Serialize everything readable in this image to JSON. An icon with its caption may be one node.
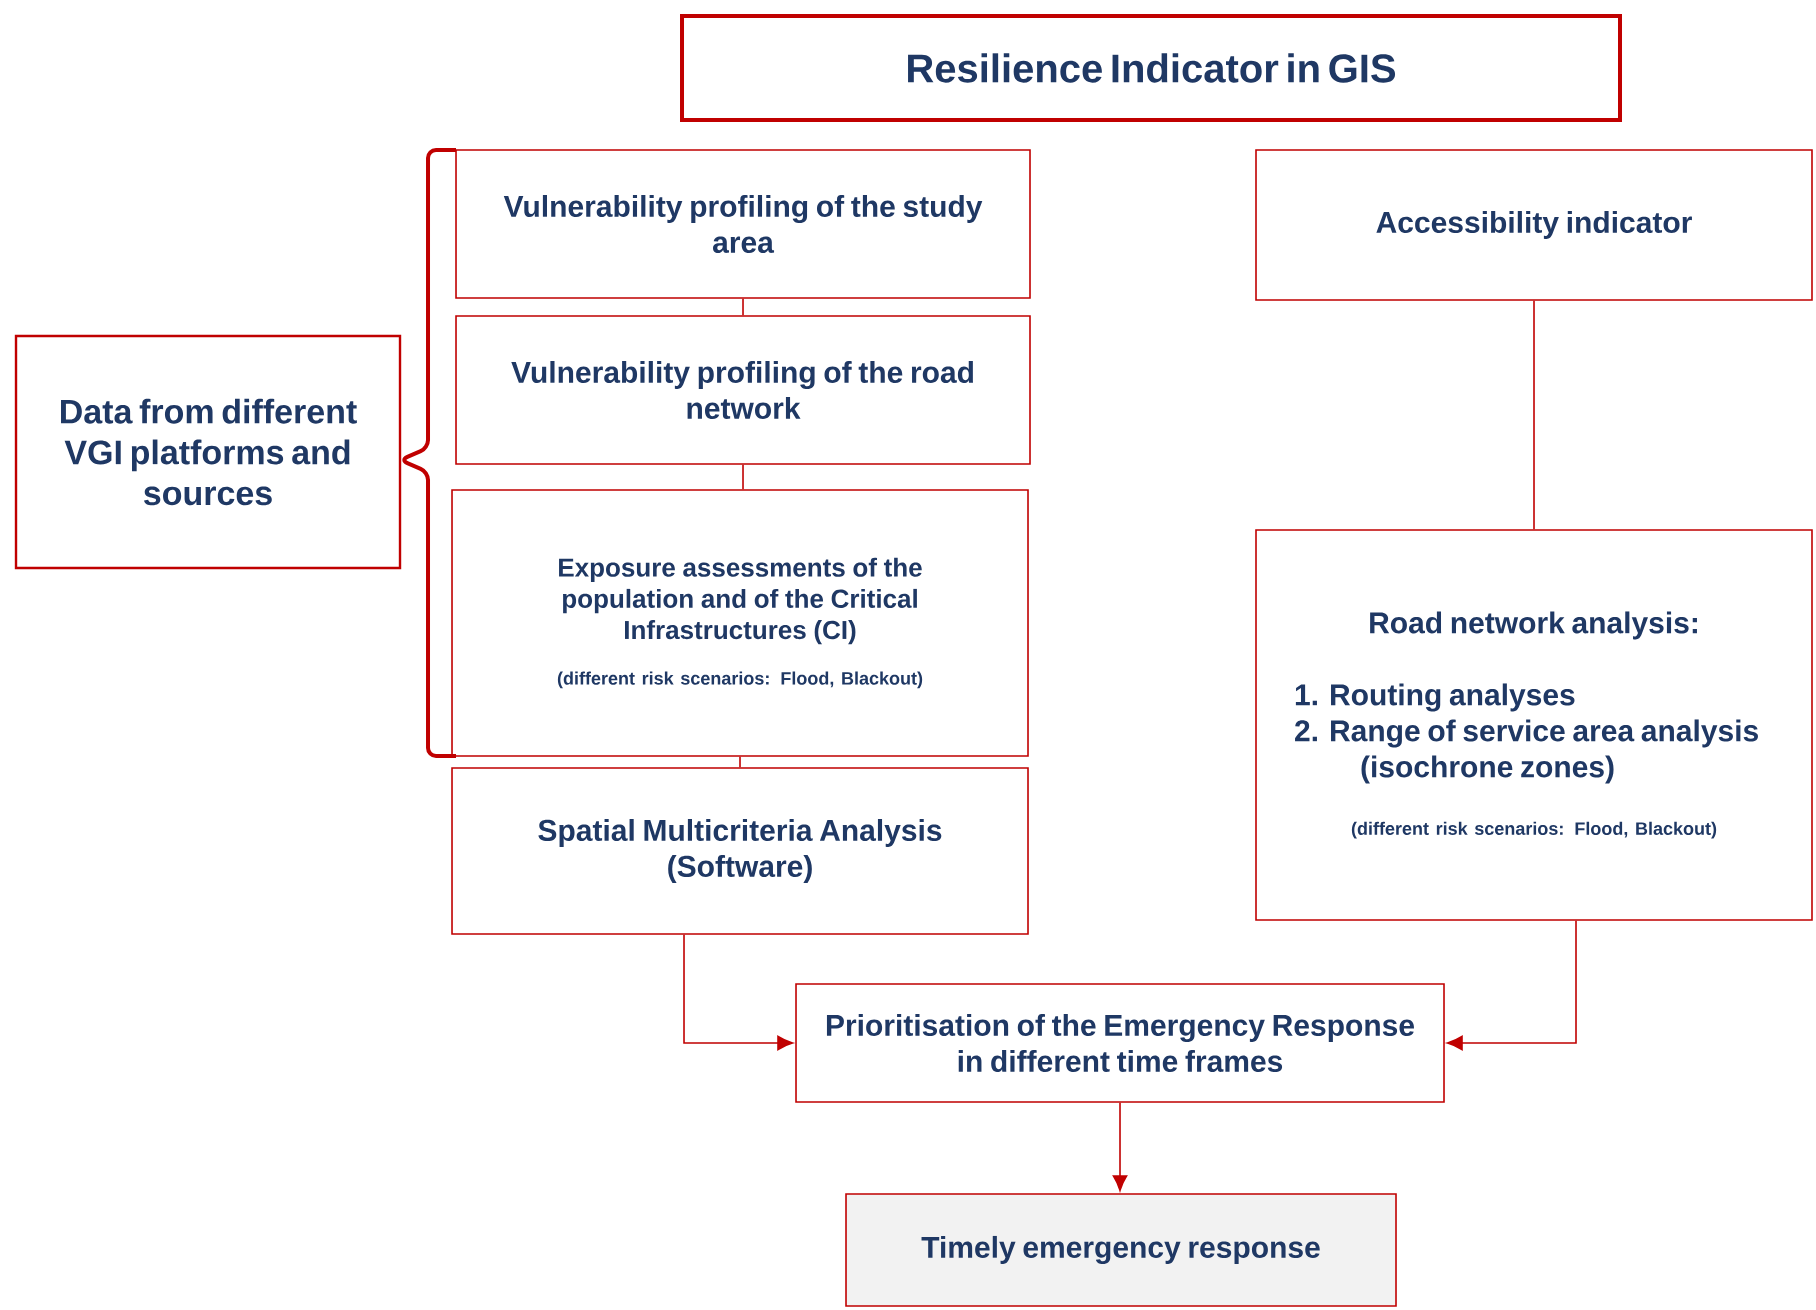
{
  "diagram": {
    "nodes": [
      {
        "text": [
          "Resilience Indicator in GIS"
        ]
      },
      {
        "text": [
          "Data from different VGI platforms and sources"
        ]
      },
      {
        "text": [
          "Vulnerability profiling of the study area"
        ]
      },
      {
        "text": [
          "Vulnerability profiling of the road network"
        ]
      },
      {
        "text": [
          "Exposure assessments of the population and of the Critical Infrastructures (CI)",
          "(different risk scenarios: Flood, Blackout)"
        ]
      },
      {
        "text": [
          "Spatial Multicriteria Analysis (Software)"
        ]
      },
      {
        "text": [
          "Accessibility indicator"
        ]
      },
      {
        "text": [
          "Road network analysis:",
          "1. Routing analyses",
          "2. Range of service area analysis (isochrone zones)",
          "(different risk scenarios: Flood, Blackout)"
        ]
      },
      {
        "text": [
          "Prioritisation of the Emergency Response in different time frames"
        ]
      },
      {
        "text": [
          "Timely emergency response"
        ]
      }
    ],
    "edges": [
      {
        "from": 2,
        "to": 3,
        "arrow": "none"
      },
      {
        "from": 3,
        "to": 4,
        "arrow": "none"
      },
      {
        "from": 4,
        "to": 5,
        "arrow": "none"
      },
      {
        "from": 5,
        "to": 8,
        "arrow": "to"
      },
      {
        "from": 6,
        "to": 7,
        "arrow": "none"
      },
      {
        "from": 7,
        "to": 8,
        "arrow": "to"
      },
      {
        "from": 8,
        "to": 9,
        "arrow": "to"
      }
    ]
  }
}
